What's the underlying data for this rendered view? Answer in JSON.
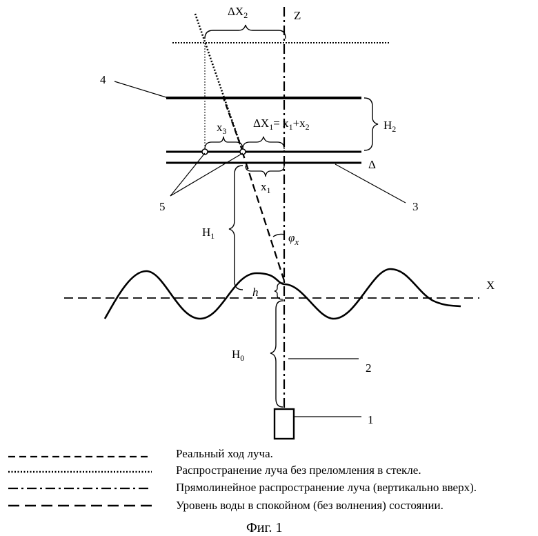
{
  "labels": {
    "axis_z": "Z",
    "axis_x": "X",
    "delta_x2": "ΔX",
    "delta_x2_sub": "2",
    "delta_x1_eq": "ΔX",
    "delta_x1_eq_sub": "1",
    "delta_x1_eq_rest1": "= x",
    "delta_x1_eq_rest1_sub": "1",
    "delta_x1_eq_rest2": "+x",
    "delta_x1_eq_rest2_sub": "2",
    "x3": "x",
    "x3_sub": "3",
    "x1": "x",
    "x1_sub": "1",
    "h2": "H",
    "h2_sub": "2",
    "h1": "H",
    "h1_sub": "1",
    "h0": "H",
    "h0_sub": "0",
    "h_small": "h",
    "phi": "φ",
    "phi_sub": "x",
    "delta": "Δ",
    "num_1": "1",
    "num_2": "2",
    "num_3": "3",
    "num_4": "4",
    "num_5": "5"
  },
  "legend": [
    {
      "style": "dashed",
      "text": "Реальный ход луча."
    },
    {
      "style": "dotted",
      "text": "Распространение луча без преломления в стекле."
    },
    {
      "style": "dashdot",
      "text": "Прямолинейное распространение луча (вертикально вверх)."
    },
    {
      "style": "longdash",
      "text": "Уровень воды в спокойном (без волнения) состоянии."
    }
  ],
  "caption": "Фиг. 1"
}
